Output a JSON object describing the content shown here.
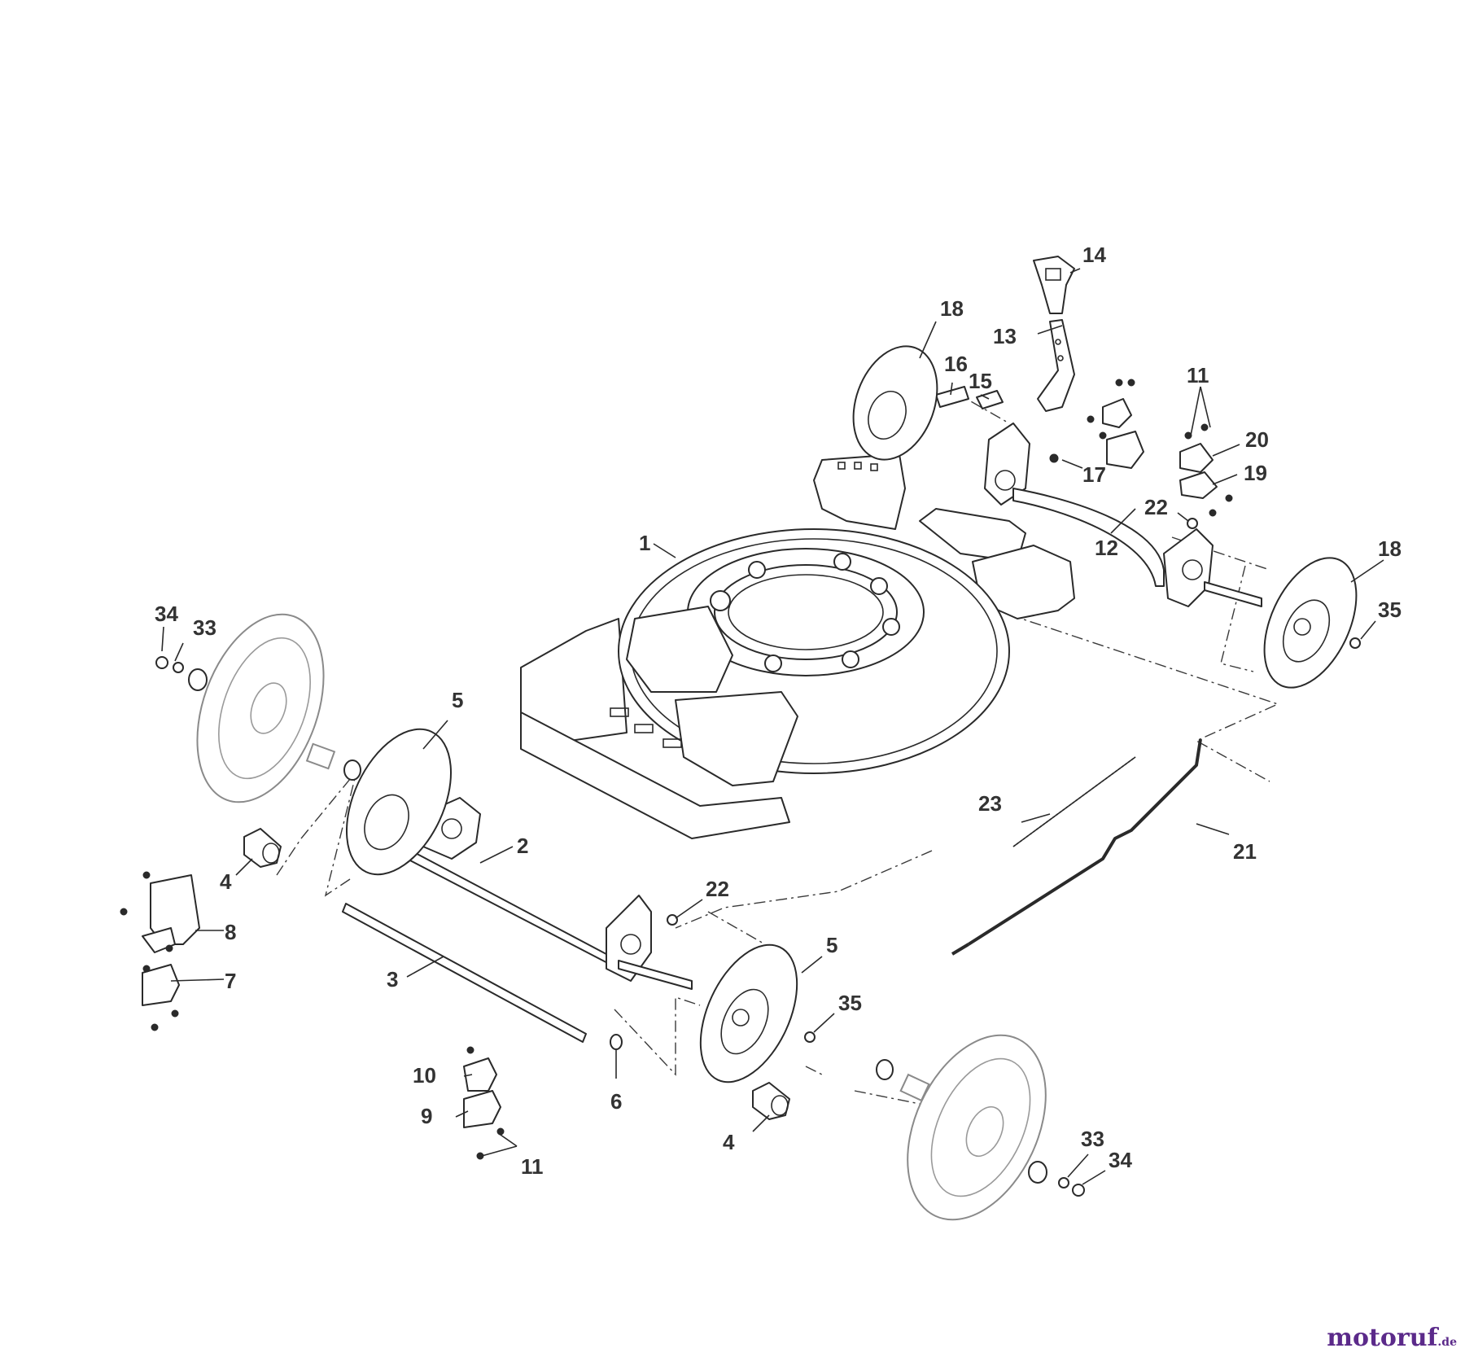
{
  "diagram": {
    "callouts": {
      "c1": "1",
      "c2": "2",
      "c3": "3",
      "c4a": "4",
      "c4b": "4",
      "c5a": "5",
      "c5b": "5",
      "c6": "6",
      "c7": "7",
      "c8": "8",
      "c9": "9",
      "c10": "10",
      "c11a": "11",
      "c11b": "11",
      "c12": "12",
      "c13": "13",
      "c14": "14",
      "c15": "15",
      "c16": "16",
      "c17": "17",
      "c18a": "18",
      "c18b": "18",
      "c19": "19",
      "c20": "20",
      "c21": "21",
      "c22a": "22",
      "c22b": "22",
      "c23": "23",
      "c33a": "33",
      "c33b": "33",
      "c34a": "34",
      "c34b": "34",
      "c35a": "35",
      "c35b": "35"
    }
  },
  "brand": {
    "name": "motoruf",
    "tld": ".de",
    "color": "#5b2a8a"
  }
}
